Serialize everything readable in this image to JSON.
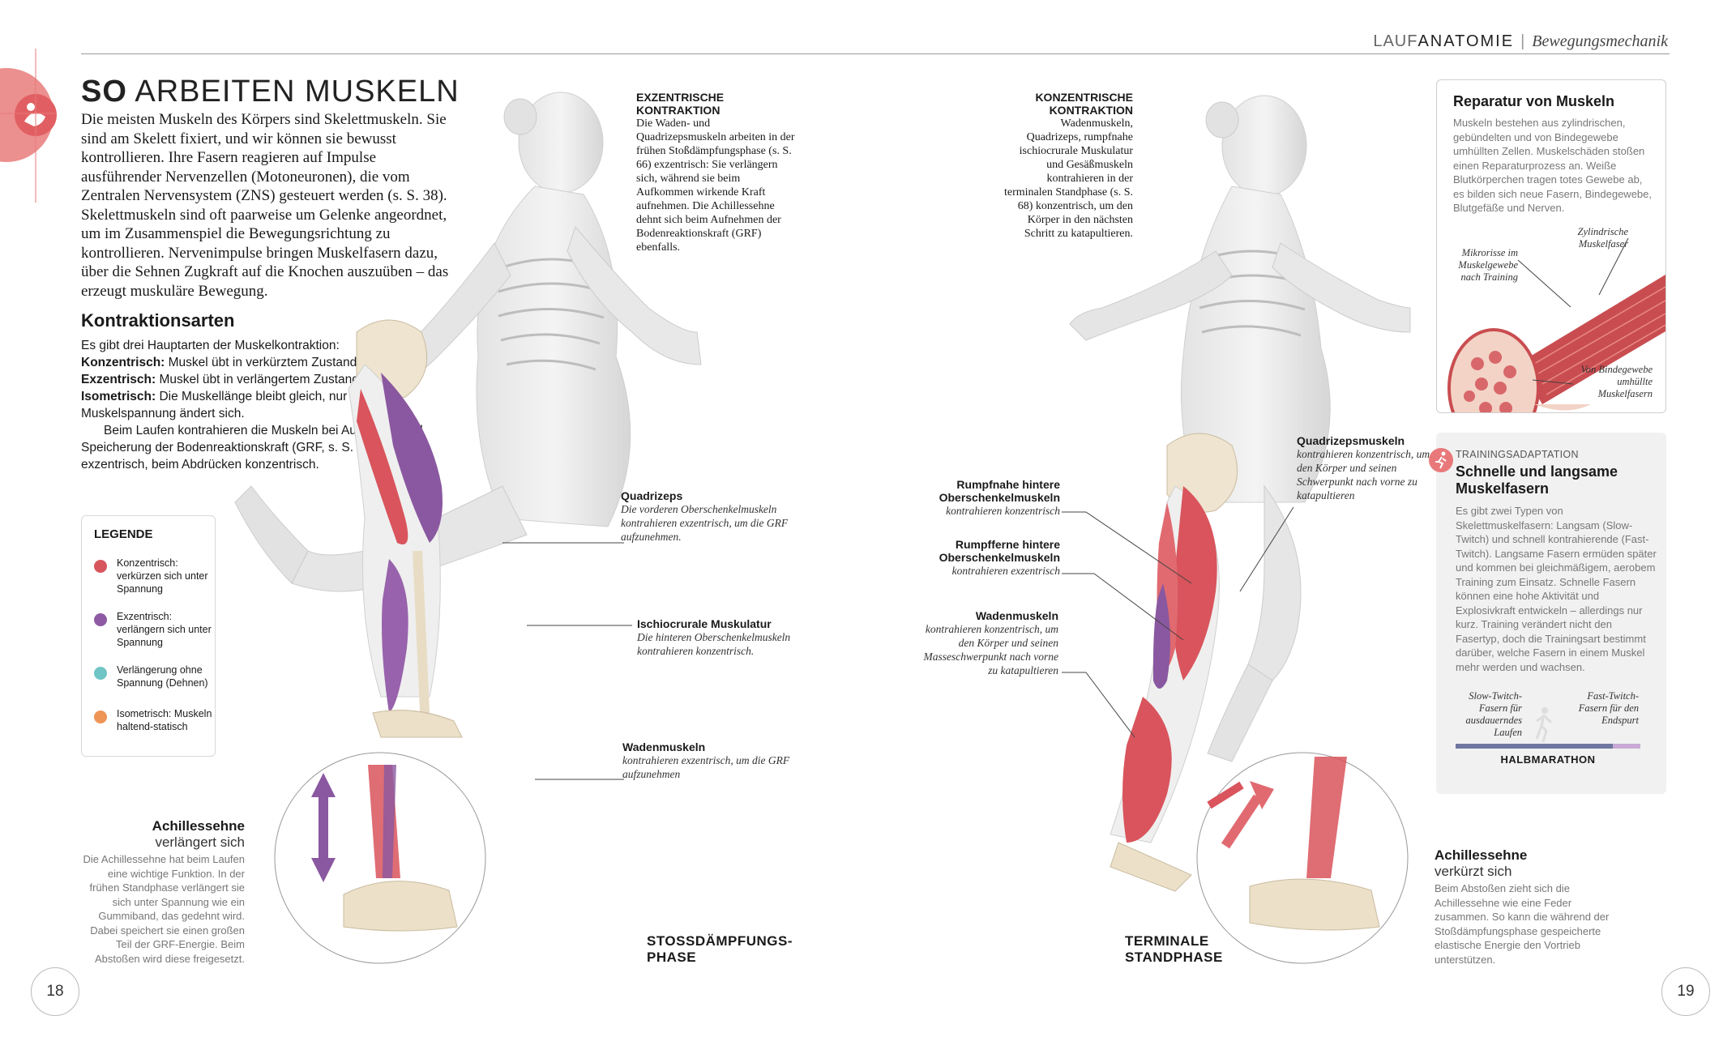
{
  "header": {
    "brand_light": "LAUF",
    "brand_bold": "ANATOMIE",
    "section": "Bewegungsmechanik"
  },
  "title": {
    "bold": "SO",
    "rest": "ARBEITEN MUSKELN"
  },
  "intro": "Die meisten Muskeln des Körpers sind Skelettmuskeln. Sie sind am Skelett fixiert, und wir können sie bewusst kontrollieren. Ihre Fasern reagieren auf Impulse ausführender Nervenzellen (Motoneuronen), die vom Zentralen Nervensystem (ZNS) gesteuert werden (s. S. 38). Skelettmuskeln sind oft paarweise um Gelenke angeordnet, um im Zusammenspiel die Bewegungsrichtung zu kontrollieren. Nervenimpulse bringen Muskelfasern dazu, über die Sehnen Zugkraft auf die Knochen auszuüben – das erzeugt muskuläre Bewegung.",
  "contraction": {
    "heading": "Kontraktionsarten",
    "lead": "Es gibt drei Hauptarten der Muskelkontraktion:",
    "k_term": "Konzentrisch:",
    "k_text": " Muskel übt in verkürztem Zustand Kraft aus.",
    "e_term": "Exzentrisch:",
    "e_text": " Muskel übt in verlängertem Zustand Kraft aus.",
    "i_term": "Isometrisch:",
    "i_text": " Die Muskellänge bleibt gleich, nur die Muskelspannung ändert sich.",
    "para": "Beim Laufen kontrahieren die Muskeln bei Aufnahme und Speicherung der Bodenreaktionskraft (GRF, s. S. 46–47) exzentrisch, beim Abdrücken konzentrisch."
  },
  "legend": {
    "title": "LEGENDE",
    "items": [
      {
        "text": "Konzentrisch: verkürzen sich unter Spannung",
        "color": "#d7555d"
      },
      {
        "text": "Exzentrisch: verlängern sich unter Spannung",
        "color": "#8e5aa3"
      },
      {
        "text": "Verlängerung ohne Spannung (Dehnen)",
        "color": "#6fc4c4"
      },
      {
        "text": "Isometrisch: Muskeln haltend-statisch",
        "color": "#ee9457"
      }
    ]
  },
  "left_labels": {
    "exz_title": "EXZENTRISCHE KONTRAKTION",
    "exz_body": "Die Waden- und Quadrizepsmuskeln arbeiten in der frühen Stoßdämpfungsphase (s. S. 66) exzentrisch: Sie verlängern sich, während sie beim Aufkommen wirkende Kraft aufnehmen. Die Achillessehne dehnt sich beim Aufnehmen der Bodenreaktionskraft (GRF) ebenfalls.",
    "quad_title": "Quadrizeps",
    "quad_body": "Die vorderen Oberschenkelmuskeln kontrahieren exzentrisch, um die GRF aufzunehmen.",
    "isch_title": "Ischiocrurale Muskulatur",
    "isch_body": "Die hinteren Oberschenkelmuskeln kontrahieren konzentrisch.",
    "wade_title": "Wadenmuskeln",
    "wade_body": "kontrahieren exzentrisch, um die GRF aufzunehmen",
    "phase": "STOSSDÄMPFUNGS-PHASE",
    "ach_title": "Achillessehne",
    "ach_sub": "verlängert sich",
    "ach_body": "Die Achillessehne hat beim Laufen eine wichtige Funktion. In der frühen Standphase verlängert sie sich unter Spannung wie ein Gummiband, das gedehnt wird. Dabei speichert sie einen großen Teil der GRF-Energie. Beim Abstoßen wird diese freigesetzt."
  },
  "right_labels": {
    "konz_title": "KONZENTRISCHE KONTRAKTION",
    "konz_body": "Wadenmuskeln, Quadrizeps, rumpfnahe ischiocrurale Muskulatur und Gesäßmuskeln kontrahieren in der terminalen Standphase (s. S. 68) konzentrisch, um den Körper in den nächsten Schritt zu katapultieren.",
    "quad_title": "Quadrizepsmuskeln",
    "quad_body": "kontrahieren konzentrisch, um den Körper und seinen Schwerpunkt nach vorne zu katapultieren",
    "rn_title": "Rumpfnahe hintere Oberschenkelmuskeln",
    "rn_body": "kontrahieren konzentrisch",
    "rf_title": "Rumpfferne hintere Oberschenkelmuskeln",
    "rf_body": "kontrahieren exzentrisch",
    "wade_title": "Wadenmuskeln",
    "wade_body": "kontrahieren konzentrisch, um den Körper und seinen Masseschwerpunkt nach vorne zu katapultieren",
    "phase": "TERMINALE STANDPHASE",
    "ach_title": "Achillessehne",
    "ach_sub": "verkürzt sich",
    "ach_body": "Beim Abstoßen zieht sich die Achillessehne wie eine Feder zusammen. So kann die während der Stoßdämpfungsphase gespeicherte elastische Energie den Vortrieb unterstützen."
  },
  "repair": {
    "title": "Reparatur von Muskeln",
    "body": "Muskeln bestehen aus zylindrischen, gebündelten und von Bindegewebe umhüllten Zellen. Muskelschäden stoßen einen Reparaturprozess an. Weiße Blutkörperchen tragen totes Gewebe ab, es bilden sich neue Fasern, Bindegewebe, Blutgefäße und Nerven.",
    "lbl_micro": "Mikrorisse im Muskelgewebe nach Training",
    "lbl_cyl": "Zylindrische Muskelfaser",
    "lbl_bind": "Von Bindegewebe umhüllte Muskelfasern"
  },
  "training": {
    "kicker": "TRAININGSADAPTATION",
    "title": "Schnelle und langsame Muskelfasern",
    "body": "Es gibt zwei Typen von Skelettmuskelfasern: Langsam (Slow-Twitch) und schnell kontrahierende (Fast-Twitch). Langsame Fasern ermüden später und kommen bei gleichmäßigem, aerobem Training zum Einsatz. Schnelle Fasern können eine hohe Aktivität und Explosivkraft entwickeln – allerdings nur kurz. Training verändert nicht den Fasertyp, doch die Trainingsart bestimmt darüber, welche Fasern in einem Muskel mehr werden und wachsen.",
    "slow": "Slow-Twitch-Fasern für ausdauerndes Laufen",
    "fast": "Fast-Twitch-Fasern für den Endspurt",
    "bar_label": "HALBMARATHON",
    "slow_share": 0.85
  },
  "pages": {
    "left": "18",
    "right": "19"
  },
  "colors": {
    "concentric": "#d7555d",
    "eccentric": "#8e5aa3",
    "accent": "#e9787a"
  }
}
